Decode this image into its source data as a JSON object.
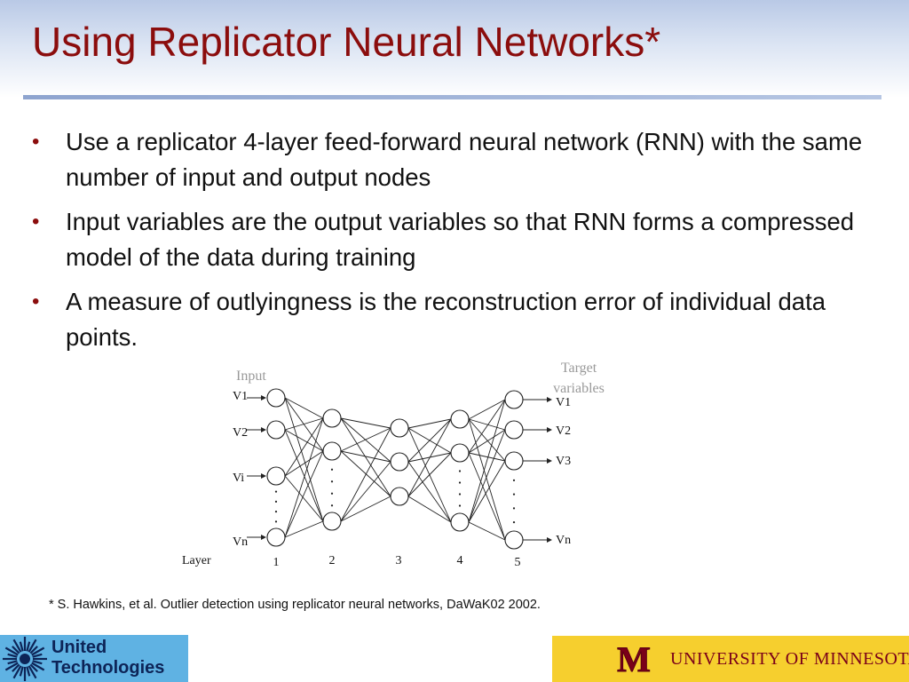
{
  "slide": {
    "title": "Using Replicator Neural Networks*",
    "bullets": [
      {
        "text": "Use a replicator 4-layer feed-forward neural network (RNN) with the same number of input and output nodes"
      },
      {
        "text": "Input variables are the output variables so that RNN forms a compressed model of the data during training"
      },
      {
        "text": "A measure of outlyingness is the reconstruction error of individual data points."
      }
    ],
    "bullet_glyph": "•",
    "footnote": "* S. Hawkins, et al. Outlier detection using replicator neural networks, DaWaK02 2002."
  },
  "diagram": {
    "input_label": "Input",
    "target_label_line1": "Target",
    "target_label_line2": "variables",
    "layer_word": "Layer",
    "layers": [
      "1",
      "2",
      "3",
      "4",
      "5"
    ],
    "input_vars": [
      "V1",
      "V2",
      "Vi",
      "Vn"
    ],
    "output_vars": [
      "V1",
      "V2",
      "V3",
      "Vn"
    ]
  },
  "logos": {
    "left_line1": "United",
    "left_line2": "Technologies",
    "right_text": "UNIVERSITY OF MINNESOTA",
    "right_mark": "M",
    "left_icon": "sunburst-icon"
  },
  "colors": {
    "title": "#8b0d0d",
    "body_text": "#111111",
    "ut_blue": "#5fb2e3",
    "umn_gold": "#f6cf2e",
    "umn_maroon": "#7a0019"
  }
}
